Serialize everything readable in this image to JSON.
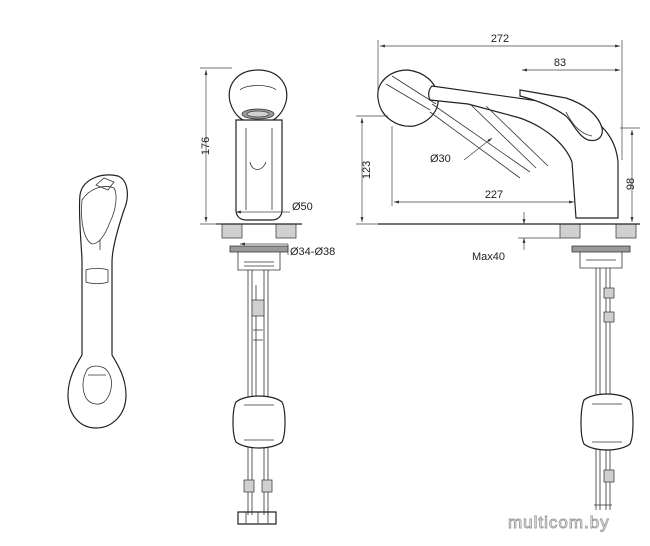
{
  "dimensions": {
    "side_height": "176",
    "spout_diameter": "Ø50",
    "hole_diameter": "Ø34-Ø38",
    "overall_length": "272",
    "lever_length": "83",
    "hose_diameter": "Ø30",
    "spout_height": "123",
    "spout_reach": "227",
    "body_height": "98",
    "max_thickness": "Max40"
  },
  "watermark": "multicom.by"
}
